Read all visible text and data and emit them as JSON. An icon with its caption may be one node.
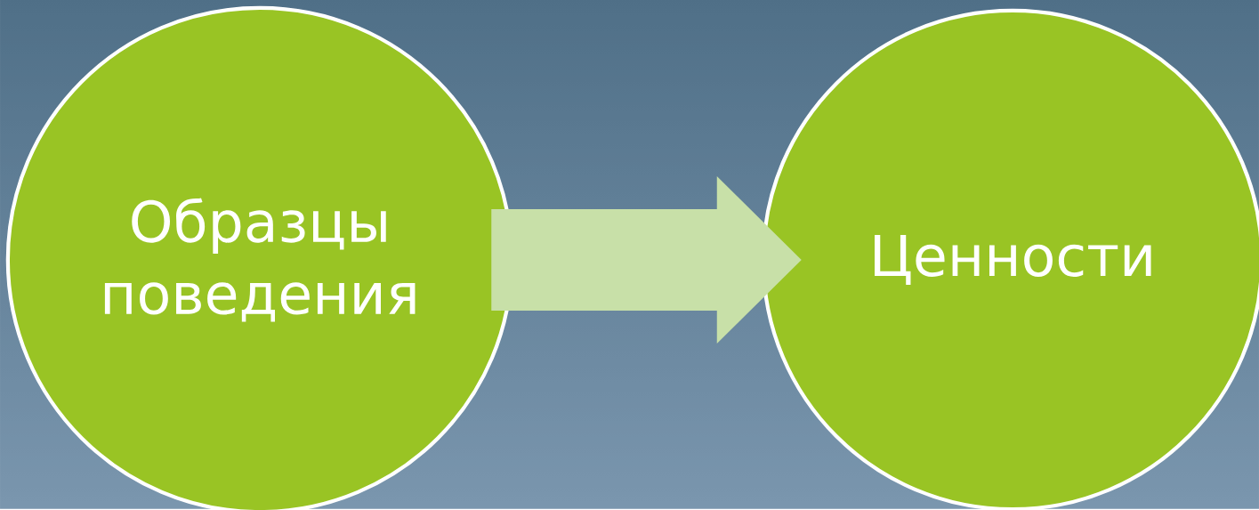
{
  "diagram": {
    "nodes": [
      {
        "text": [
          "Образцы поведения"
        ]
      },
      {
        "text": [
          "Ценности"
        ]
      }
    ],
    "edges": [
      {
        "from": 0,
        "to": 1,
        "arrow": "to"
      }
    ]
  }
}
